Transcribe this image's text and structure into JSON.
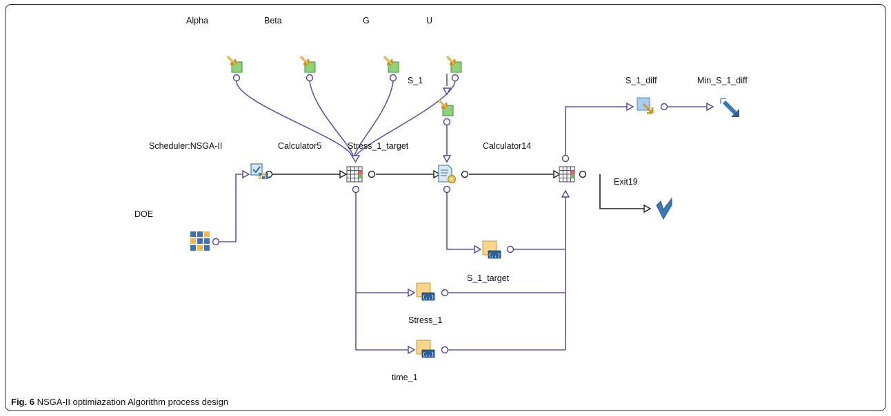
{
  "nodes": {
    "alpha": "Alpha",
    "beta": "Beta",
    "g": "G",
    "u": "U",
    "s1": "S_1",
    "s1_diff": "S_1_diff",
    "min_s1_diff": "Min_S_1_diff",
    "scheduler": "Scheduler:NSGA-II",
    "calculator5": "Calculator5",
    "stress1_target": "Stress_1_target",
    "calculator14": "Calculator14",
    "exit19": "Exit19",
    "doe": "DOE",
    "s1_target": "S_1_target",
    "stress1": "Stress_1",
    "time1": "time_1"
  },
  "caption": {
    "label": "Fig. 6",
    "text": "NSGA-II optimiazation Algorithm process design"
  },
  "colors": {
    "wire": "#5a56a8",
    "input_green": "#7cc76a",
    "arrow_orange": "#e8b93a",
    "output_blue": "#3a78b8",
    "variable_orange": "#f0c060"
  }
}
